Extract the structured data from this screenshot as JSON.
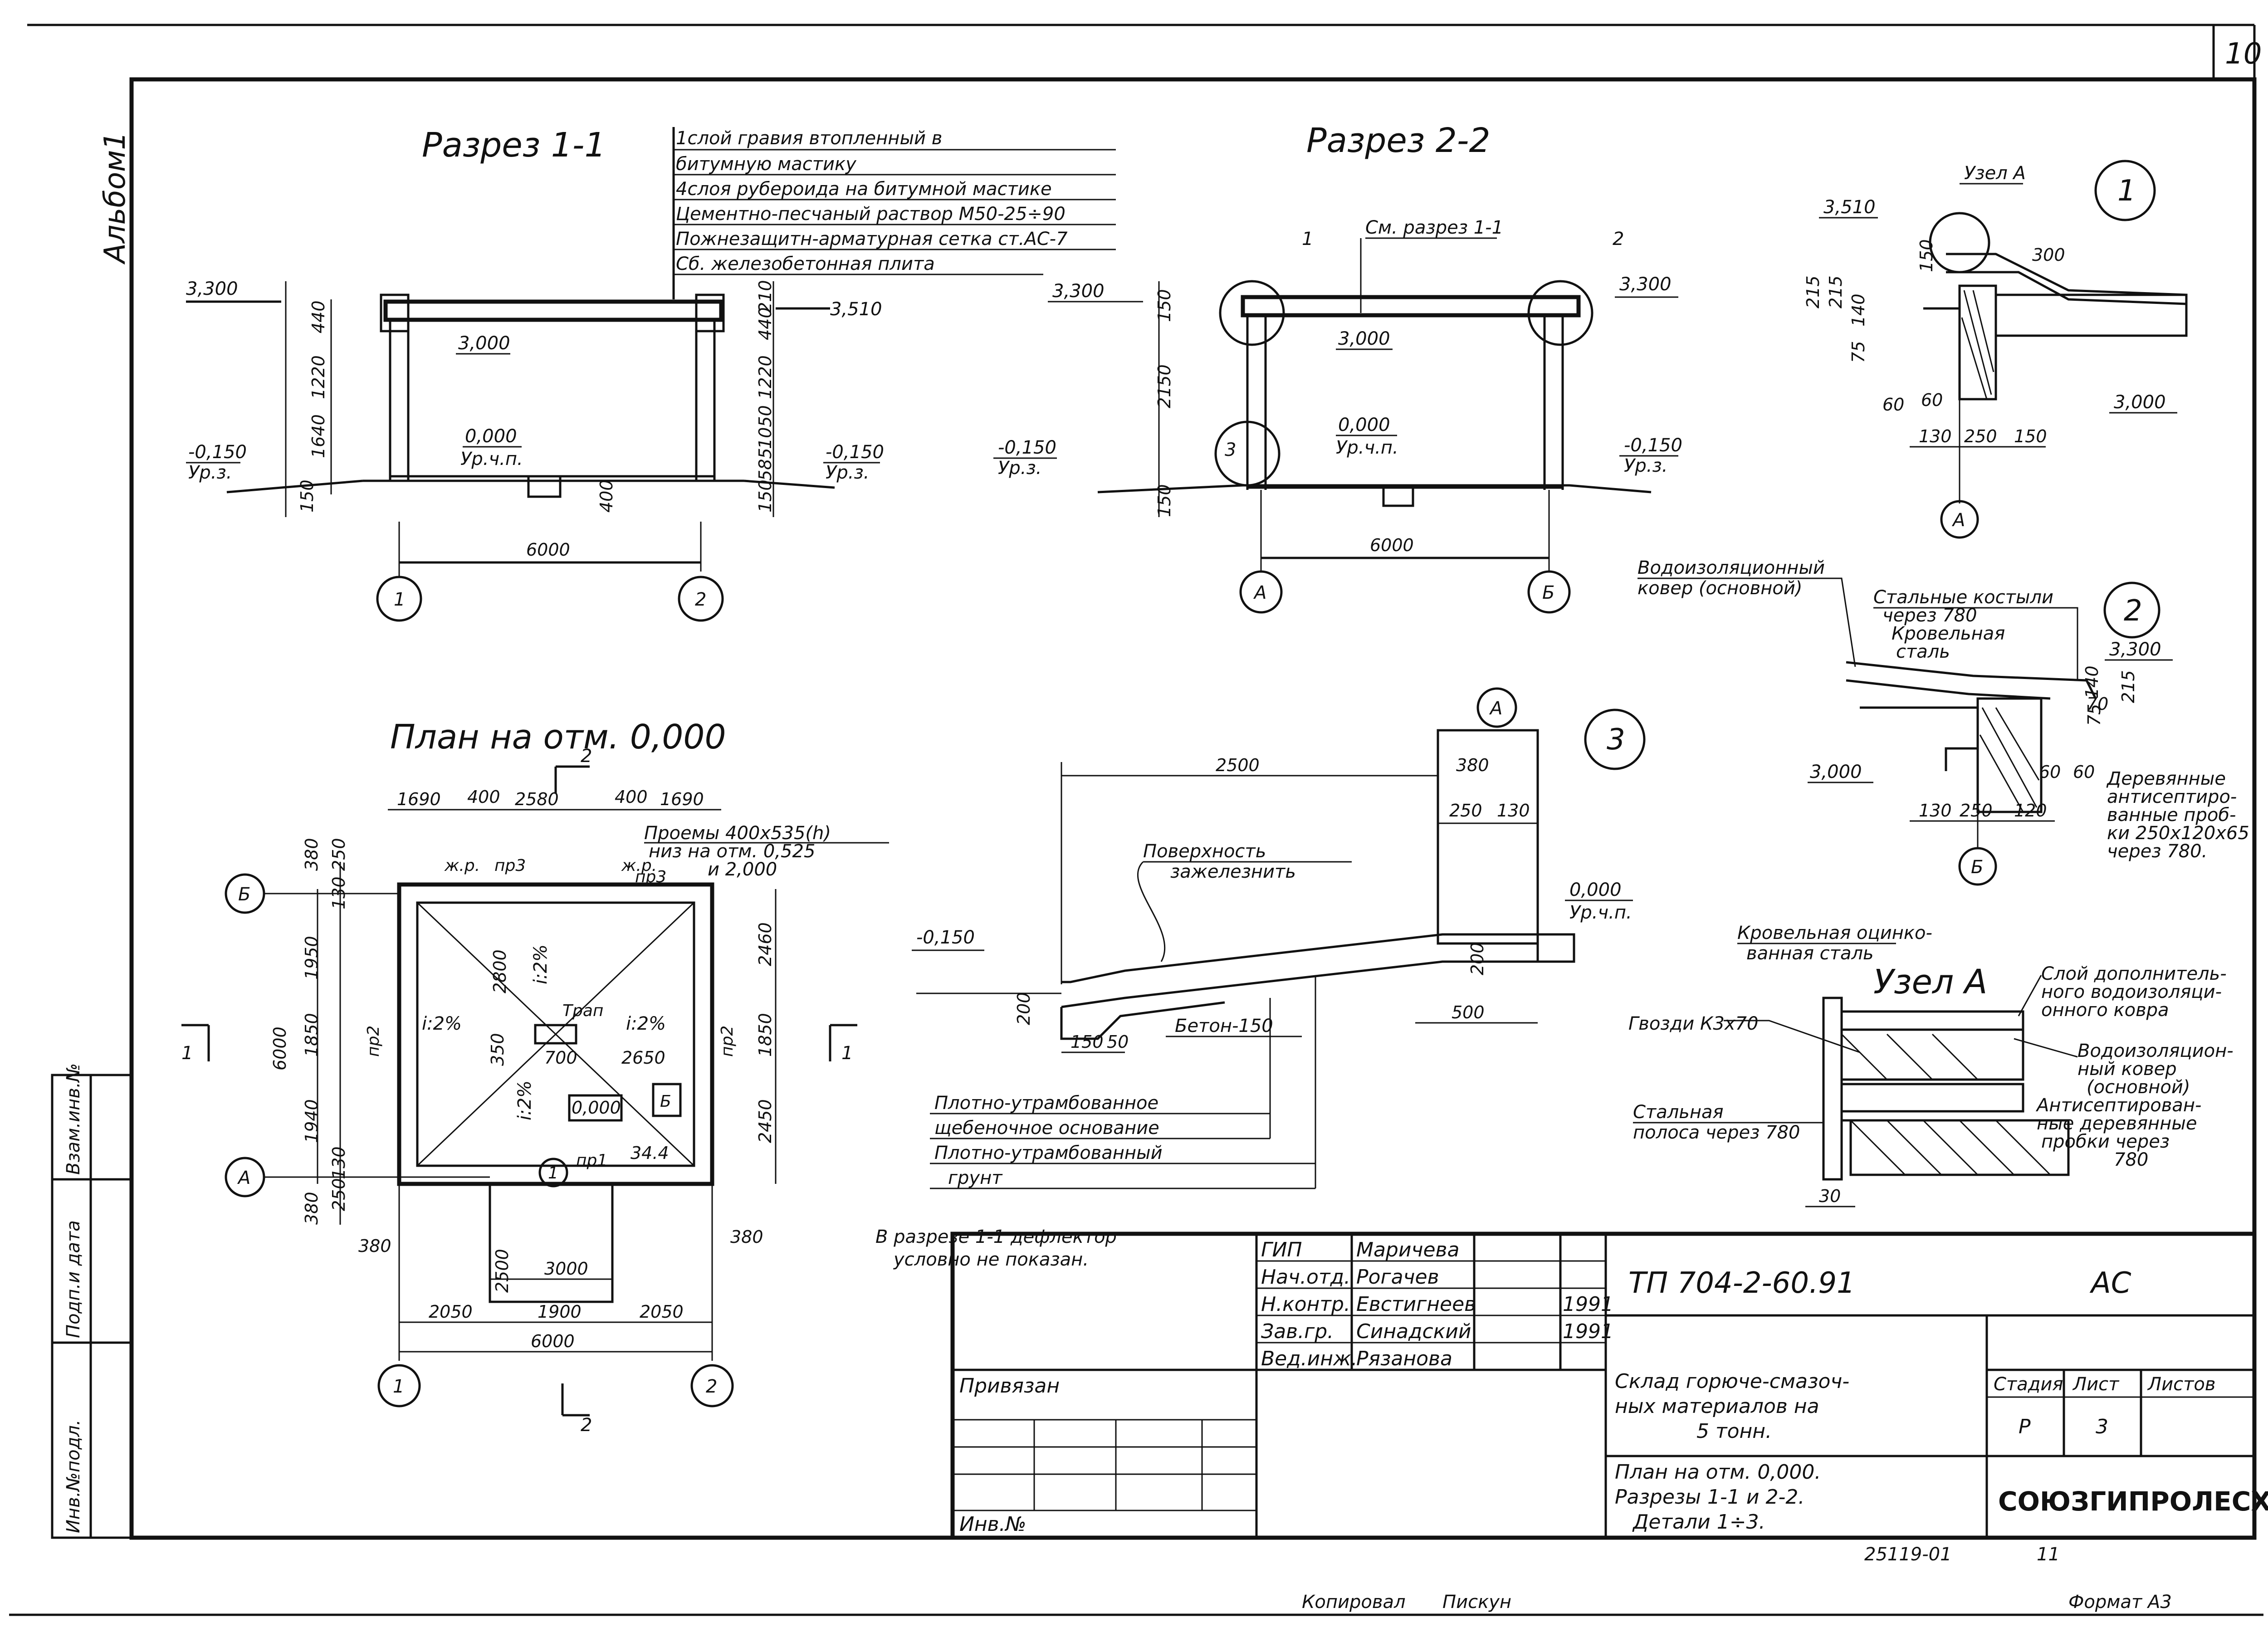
{
  "sheet": {
    "number": "10",
    "album": "Альбом1",
    "format": "Формат А3",
    "copied": "Копировал",
    "copier_signature": "Пискун",
    "inventory_number": "25119-01",
    "inventory_suffix": "11"
  },
  "side_stamp": {
    "inv_original": "Инв.№подл.",
    "sign_date": "Подп.и дата",
    "replaces_inv": "Взам.инв.№"
  },
  "section_1_1": {
    "title": "Разрез 1-1",
    "layers": [
      "1слой гравия втопленный в",
      "битумную мастику",
      "4слоя рубероида на битумной мастике",
      "Цементно-песчаный раствор М50-25÷90",
      "Пожнезащитн-арматурная сетка ст.АС-7",
      "Сб. железобетонная плита"
    ],
    "levels": [
      "3,300",
      "3,510",
      "3,000",
      "0,000",
      "Ур.ч.п.",
      "-0,150",
      "Ур.з.",
      "-0,150",
      "Ур.з."
    ],
    "dims_left": [
      "440",
      "1220",
      "1640",
      "150"
    ],
    "dims_right": [
      "210",
      "440",
      "1220",
      "1050",
      "585",
      "150"
    ],
    "bottom_dim": "400",
    "span": "6000",
    "axes": [
      "1",
      "2"
    ]
  },
  "section_2_2": {
    "title": "Разрез 2-2",
    "ref": "См. разрез 1-1",
    "callouts": [
      "1",
      "2",
      "3"
    ],
    "levels": [
      "3,300",
      "3,300",
      "3,000",
      "0,000",
      "Ур.ч.п.",
      "-0,150",
      "Ур.з.",
      "-0,150",
      "Ур.з."
    ],
    "dims_left": [
      "150",
      "2150",
      "150"
    ],
    "span": "6000",
    "axes": [
      "А",
      "Б"
    ]
  },
  "detail_1": {
    "number": "1",
    "node": "Узел А",
    "levels": [
      "3,510",
      "3,000"
    ],
    "dims": [
      "300",
      "150",
      "215",
      "215",
      "140",
      "75",
      "60",
      "60",
      "130",
      "250",
      "150"
    ],
    "axis": "А"
  },
  "detail_2": {
    "number": "2",
    "labels": [
      "Водоизоляционный",
      "ковер (основной)",
      "Стальные костыли",
      "через 780",
      "Кровельная",
      "сталь"
    ],
    "wood_note": [
      "Деревянные",
      "антисептиро-",
      "ванные проб-",
      "ки 250х120х65",
      "через 780."
    ],
    "levels": [
      "3,300",
      "3,000"
    ],
    "dims": [
      "140",
      "215",
      "70",
      "75",
      "60",
      "60",
      "130",
      "250",
      "120"
    ],
    "axis": "Б"
  },
  "plan": {
    "title": "План на отм. 0,000",
    "top_dims": [
      "1690",
      "400",
      "2580",
      "400",
      "1690"
    ],
    "openings_note": [
      "Проемы 400х535(h)",
      "низ на отм. 0,525",
      "и 2,000"
    ],
    "labels": [
      "ж.р.",
      "пр3",
      "ж.р.",
      "пр3",
      "Трап",
      "пр2",
      "пр2",
      "пр1",
      "Б"
    ],
    "slopes": [
      "i:2%",
      "i:2%",
      "i:2%",
      "i:2%"
    ],
    "inner_dims": [
      "2800",
      "350",
      "700",
      "2650"
    ],
    "mark_value": "0,000",
    "mark_value2": "34.4",
    "left_dims": [
      "380",
      "250",
      "130",
      "1950",
      "1850",
      "1940",
      "130",
      "250",
      "380"
    ],
    "right_dims": [
      "2460",
      "1850",
      "2450"
    ],
    "overall_left": "6000",
    "bottom_dims": [
      "380",
      "2500",
      "3000",
      "380"
    ],
    "base_dims": [
      "2050",
      "1900",
      "2050"
    ],
    "span": "6000",
    "axes_rows": [
      "Б",
      "А"
    ],
    "axes_cols": [
      "1",
      "2"
    ],
    "section_marks": [
      "2",
      "2",
      "1",
      "1"
    ],
    "callout": "1"
  },
  "detail_3": {
    "number": "3",
    "axis": "А",
    "dims_top": [
      "2500",
      "380",
      "250",
      "130"
    ],
    "surface_note": [
      "Поверхность",
      "зажелезнить"
    ],
    "levels": [
      "-0,150",
      "0,000",
      "Ур.ч.п."
    ],
    "concrete": "Бетон-150",
    "dims_bottom": [
      "200",
      "150",
      "50",
      "500",
      "200"
    ],
    "layers": [
      "Плотно-утрамбованное",
      "щебеночное основание",
      "Плотно-утрамбованный",
      "грунт"
    ]
  },
  "node_a": {
    "title": "Узел А",
    "labels": [
      "Кровельная оцинко-",
      "ванная сталь",
      "Гвозди К3х70",
      "Стальная",
      "полоса через 780",
      "Слой дополнитель-",
      "ного водоизоляци-",
      "онного ковра",
      "Водоизоляцион-",
      "ный ковер",
      "(основной)",
      "Антисептирован-",
      "ные деревянные",
      "пробки через",
      "780"
    ],
    "dim": "30"
  },
  "note": [
    "В разрезе 1-1 дефлектор",
    "условно не показан."
  ],
  "title_block": {
    "code": "ТП 704-2-60.91",
    "mark": "АС",
    "roles": [
      {
        "role": "ГИП",
        "name": "Маричева",
        "date": ""
      },
      {
        "role": "Нач.отд.",
        "name": "Рогачев",
        "date": ""
      },
      {
        "role": "Н.контр.",
        "name": "Евстигнеев",
        "date": "1991"
      },
      {
        "role": "Зав.гр.",
        "name": "Синадский",
        "date": "1991"
      },
      {
        "role": "Вед.инж.",
        "name": "Рязанова",
        "date": ""
      }
    ],
    "attached": "Привязан",
    "inv_no": "Инв.№",
    "object": [
      "Склад горюче-смазоч-",
      "ных материалов на",
      "5 тонн."
    ],
    "sheet_content": [
      "План на отм. 0,000.",
      "Разрезы 1-1 и 2-2.",
      "Детали 1÷3."
    ],
    "stage_label": "Стадия",
    "sheet_label": "Лист",
    "sheets_label": "Листов",
    "stage": "Р",
    "sheet": "3",
    "sheets": "",
    "org": "СОЮЗГИПРОЛЕСХОЗ"
  }
}
